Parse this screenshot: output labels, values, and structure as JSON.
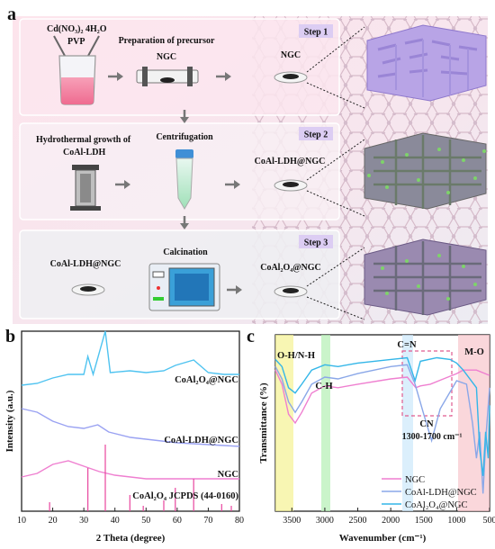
{
  "panel_a": {
    "label": "a",
    "step1": {
      "badge": "Step 1",
      "reagent": "Cd(NO₃)₂ 4H₂O",
      "reagent2": "PVP",
      "process": "Preparation of precursor",
      "process_sub": "NGC",
      "product": "NGC"
    },
    "step2": {
      "badge": "Step 2",
      "process_left_1": "Hydrothermal growth of",
      "process_left_2": "CoAl-LDH",
      "process_mid": "Centrifugation",
      "product": "CoAl-LDH@NGC"
    },
    "step3": {
      "badge": "Step 3",
      "input": "CoAl-LDH@NGC",
      "process": "Calcination",
      "product": "CoAl₂O₄@NGC"
    },
    "colors": {
      "step1_bg": "#fbe3ea",
      "step2_bg": "#f7edf1",
      "step3_bg": "#ececef",
      "badge": "#d9c9f0",
      "lattice": "#c9a9b8"
    }
  },
  "panel_b": {
    "label": "b",
    "xlabel": "2 Theta (degree)",
    "ylabel": "Intensity (a.u.)",
    "xticks": [
      "10",
      "20",
      "30",
      "40",
      "50",
      "60",
      "70",
      "80"
    ],
    "series": [
      {
        "name": "CoAl₂O₄@NGC",
        "color": "#4fc3f0"
      },
      {
        "name": "CoAl-LDH@NGC",
        "color": "#9aa2f2"
      },
      {
        "name": "NGC",
        "color": "#ef7fd0"
      }
    ],
    "reference_label": "CoAl₂O₄ JCPDS (44-0160)",
    "reference_color": "#e8459e"
  },
  "panel_c": {
    "label": "c",
    "xlabel": "Wavenumber (cm⁻¹)",
    "ylabel": "Transmittance (%)",
    "xticks": [
      "3500",
      "3000",
      "2500",
      "2000",
      "1500",
      "1000",
      "500"
    ],
    "annotations": {
      "oh": "O-H/N-H",
      "ch": "C-H",
      "cn_double": "C=N",
      "mo": "M-O",
      "cn": "CN",
      "cn_range": "1300-1700 cm⁻¹"
    },
    "legend": [
      {
        "name": "NGC",
        "color": "#ef7fd0"
      },
      {
        "name": "CoAl-LDH@NGC",
        "color": "#8aa7e8"
      },
      {
        "name": "CoAl₂O₄@NGC",
        "color": "#33b6e8"
      }
    ]
  },
  "chart_data": [
    {
      "type": "line",
      "xlabel": "2 Theta (degree)",
      "ylabel": "Intensity (a.u.)",
      "xlim": [
        10,
        80
      ],
      "series": [
        {
          "name": "CoAl₂O₄@NGC",
          "x": [
            10,
            15,
            20,
            25,
            30,
            31.3,
            33,
            36.9,
            38.5,
            44.8,
            50,
            55.7,
            59.4,
            65.3,
            70,
            75,
            80
          ],
          "y": [
            0.7,
            0.71,
            0.74,
            0.76,
            0.76,
            0.86,
            0.76,
            1.0,
            0.77,
            0.78,
            0.77,
            0.78,
            0.81,
            0.84,
            0.77,
            0.76,
            0.76
          ]
        },
        {
          "name": "CoAl-LDH@NGC",
          "x": [
            10,
            15,
            20,
            25,
            30,
            34.5,
            38,
            45,
            50,
            60,
            70,
            80
          ],
          "y": [
            0.57,
            0.55,
            0.5,
            0.47,
            0.46,
            0.48,
            0.44,
            0.41,
            0.4,
            0.38,
            0.37,
            0.36
          ]
        },
        {
          "name": "NGC",
          "x": [
            10,
            15,
            20,
            25,
            30,
            35,
            40,
            45,
            50,
            60,
            70,
            80
          ],
          "y": [
            0.19,
            0.21,
            0.26,
            0.28,
            0.25,
            0.22,
            0.2,
            0.19,
            0.18,
            0.18,
            0.18,
            0.18
          ]
        }
      ],
      "reference": {
        "name": "CoAl₂O₄ JCPDS (44-0160)",
        "x": [
          19.0,
          31.3,
          36.9,
          44.8,
          49.1,
          55.7,
          59.4,
          65.3,
          74.3,
          77.4
        ],
        "h": [
          0.05,
          0.24,
          0.37,
          0.09,
          0.03,
          0.06,
          0.13,
          0.18,
          0.04,
          0.03
        ]
      }
    },
    {
      "type": "line",
      "xlabel": "Wavenumber (cm⁻¹)",
      "ylabel": "Transmittance (%)",
      "xlim": [
        3750,
        500
      ],
      "series": [
        {
          "name": "NGC",
          "x": [
            3750,
            3650,
            3550,
            3450,
            3350,
            3200,
            3000,
            2800,
            2500,
            2000,
            1750,
            1620,
            1550,
            1400,
            1200,
            1000,
            900,
            700,
            500
          ],
          "y": [
            0.8,
            0.72,
            0.55,
            0.5,
            0.56,
            0.67,
            0.71,
            0.7,
            0.72,
            0.75,
            0.76,
            0.7,
            0.71,
            0.72,
            0.75,
            0.78,
            0.8,
            0.8,
            0.77
          ]
        },
        {
          "name": "CoAl-LDH@NGC",
          "x": [
            3750,
            3650,
            3550,
            3450,
            3350,
            3200,
            3000,
            2800,
            2500,
            2000,
            1750,
            1630,
            1500,
            1380,
            1250,
            1000,
            850,
            760,
            700,
            650,
            600,
            550,
            500
          ],
          "y": [
            0.82,
            0.75,
            0.62,
            0.56,
            0.62,
            0.72,
            0.76,
            0.75,
            0.78,
            0.82,
            0.83,
            0.72,
            0.55,
            0.4,
            0.58,
            0.74,
            0.72,
            0.5,
            0.3,
            0.45,
            0.1,
            0.45,
            0.7
          ]
        },
        {
          "name": "CoAl₂O₄@NGC",
          "x": [
            3750,
            3650,
            3550,
            3450,
            3350,
            3200,
            3000,
            2800,
            2500,
            2000,
            1750,
            1630,
            1550,
            1300,
            1100,
            1000,
            900,
            700,
            650,
            600,
            560,
            520,
            500
          ],
          "y": [
            0.86,
            0.82,
            0.7,
            0.67,
            0.72,
            0.8,
            0.83,
            0.82,
            0.84,
            0.86,
            0.87,
            0.74,
            0.85,
            0.87,
            0.86,
            0.84,
            0.8,
            0.7,
            0.35,
            0.2,
            0.45,
            0.3,
            0.6
          ]
        }
      ]
    }
  ]
}
